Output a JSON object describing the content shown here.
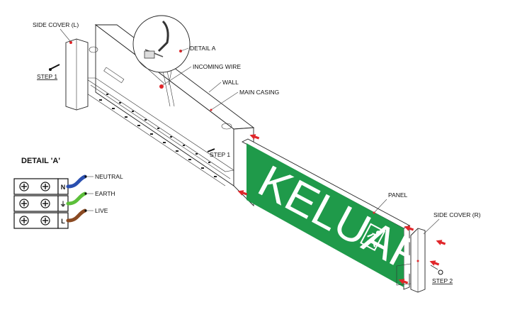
{
  "labels": {
    "side_cover_l": "SIDE COVER (L)",
    "step1_left": "STEP 1",
    "detail_a": "DETAIL A",
    "incoming_wire": "INCOMING WIRE",
    "wall": "WALL",
    "main_casing": "MAIN CASING",
    "step1_casing": "STEP 1",
    "panel": "PANEL",
    "side_cover_r": "SIDE COVER (R)",
    "step2": "STEP 2"
  },
  "detail": {
    "title": "DETAIL 'A'",
    "terminals": [
      {
        "letter": "N",
        "wire": "NEUTRAL",
        "color": "#2a4fb0"
      },
      {
        "letter": "⏚",
        "wire": "EARTH",
        "color": "#5cbf3a"
      },
      {
        "letter": "L",
        "wire": "LIVE",
        "color": "#8a4a22"
      }
    ]
  },
  "sign": {
    "text": "KELUAR",
    "color": "#1f9a4a"
  },
  "colors": {
    "arrow": "#e0262a",
    "marker": "#e0262a"
  }
}
